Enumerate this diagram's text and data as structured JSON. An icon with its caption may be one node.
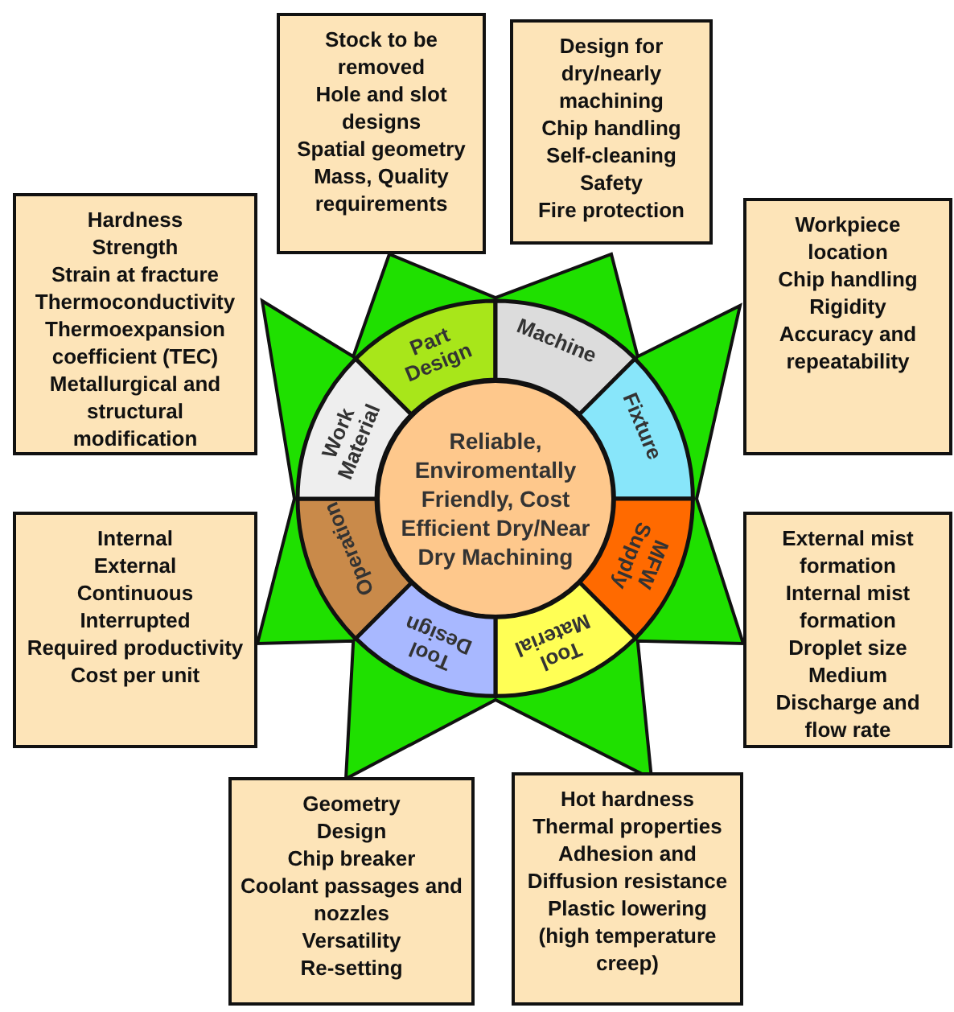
{
  "diagram": {
    "nodes": [
      {
        "text": [
          "Reliable, Enviromentally Friendly, Cost Efficient Dry/Near Dry Machining"
        ]
      },
      {
        "text": [
          "Part Design"
        ]
      },
      {
        "text": [
          "Machine"
        ]
      },
      {
        "text": [
          "Fixture"
        ]
      },
      {
        "text": [
          "MFW Supply"
        ]
      },
      {
        "text": [
          "Tool Material"
        ]
      },
      {
        "text": [
          "Tool Design"
        ]
      },
      {
        "text": [
          "Operation"
        ]
      },
      {
        "text": [
          "Work Material"
        ]
      },
      {
        "text": [
          "Stock to be removed",
          "Hole and slot designs",
          "Spatial geometry",
          "Mass, Quality requirements"
        ]
      },
      {
        "text": [
          "Design for dry/nearly machining",
          "Chip handling",
          "Self-cleaning",
          "Safety",
          "Fire protection"
        ]
      },
      {
        "text": [
          "Hardness",
          "Strength",
          "Strain at fracture",
          "Thermoconductivity",
          "Thermoexpansion coefficient (TEC)",
          "Metallurgical and structural modification"
        ]
      },
      {
        "text": [
          "Workpiece location",
          "Chip handling",
          "Rigidity",
          "Accuracy and repeatability"
        ]
      },
      {
        "text": [
          "Internal",
          "External",
          "Continuous",
          "Interrupted",
          "Required productivity",
          "Cost per unit"
        ]
      },
      {
        "text": [
          "External mist formation",
          "Internal mist formation",
          "Droplet size",
          "Medium",
          "Discharge and flow rate"
        ]
      },
      {
        "text": [
          "Geometry",
          "Design",
          "Chip breaker",
          "Coolant passages and nozzles",
          "Versatility",
          "Re-setting"
        ]
      },
      {
        "text": [
          "Hot hardness",
          "Thermal properties",
          "Adhesion and Diffusion resistance",
          "Plastic lowering (high temperature creep)"
        ]
      }
    ]
  }
}
